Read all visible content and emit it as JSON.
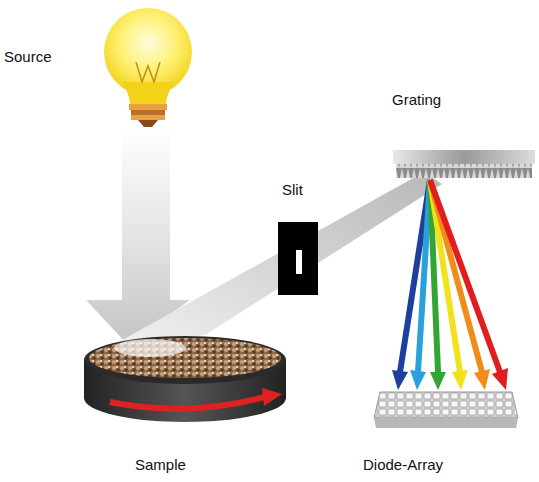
{
  "diagram": {
    "labels": [
      "Source",
      "Grating",
      "Slit",
      "Sample",
      "Diode-Array"
    ]
  }
}
